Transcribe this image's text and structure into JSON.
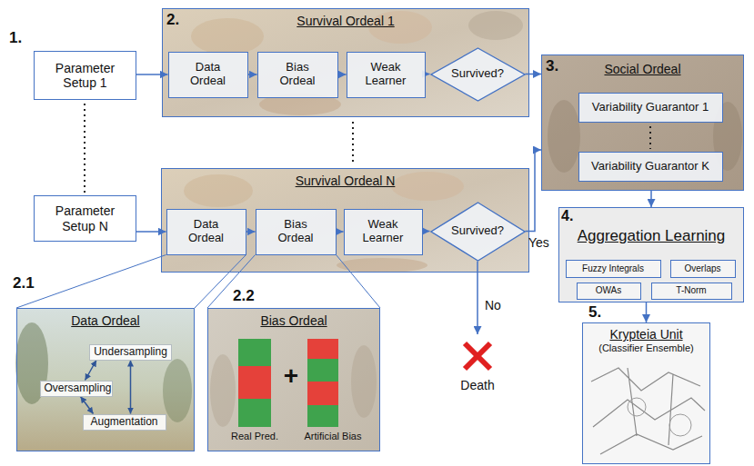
{
  "diagram": {
    "nodes": [
      {
        "text": [
          "Parameter Setup 1"
        ]
      },
      {
        "text": [
          "Survival Ordeal 1"
        ]
      },
      {
        "text": [
          "Data Ordeal"
        ],
        "in": 1
      },
      {
        "text": [
          "Bias Ordeal"
        ],
        "in": 1
      },
      {
        "text": [
          "Weak Learner"
        ],
        "in": 1
      },
      {
        "text": [
          "Survived?"
        ],
        "in": 1
      },
      {
        "text": [
          "Parameter Setup N"
        ]
      },
      {
        "text": [
          "Survival Ordeal N"
        ]
      },
      {
        "text": [
          "Data Ordeal"
        ],
        "in": 7
      },
      {
        "text": [
          "Bias Ordeal"
        ],
        "in": 7
      },
      {
        "text": [
          "Weak Learner"
        ],
        "in": 7
      },
      {
        "text": [
          "Survived?"
        ],
        "in": 7
      },
      {
        "text": [
          "Social Ordeal"
        ]
      },
      {
        "text": [
          "Variability Guarantor 1"
        ],
        "in": 12
      },
      {
        "text": [
          "Variability Guarantor K"
        ],
        "in": 12
      },
      {
        "text": [
          "Aggregation Learning"
        ]
      },
      {
        "text": [
          "Fuzzy Integrals"
        ],
        "in": 15
      },
      {
        "text": [
          "Overlaps"
        ],
        "in": 15
      },
      {
        "text": [
          "OWAs"
        ],
        "in": 15
      },
      {
        "text": [
          "T-Norm"
        ],
        "in": 15
      },
      {
        "text": [
          "Krypteia Unit",
          "(Classifier Ensemble)"
        ]
      },
      {
        "text": [
          "Data Ordeal"
        ]
      },
      {
        "text": [
          "Undersampling"
        ],
        "in": 21
      },
      {
        "text": [
          "Oversampling"
        ],
        "in": 21
      },
      {
        "text": [
          "Augmentation"
        ],
        "in": 21
      },
      {
        "text": [
          "Bias Ordeal"
        ]
      },
      {
        "text": [
          "Death"
        ]
      }
    ],
    "edges": [
      {
        "from": 0,
        "to": 2,
        "arrow": "to"
      },
      {
        "from": 2,
        "to": 3,
        "arrow": "to"
      },
      {
        "from": 3,
        "to": 4,
        "arrow": "to"
      },
      {
        "from": 4,
        "to": 5,
        "arrow": "to"
      },
      {
        "from": 5,
        "to": 12,
        "arrow": "to"
      },
      {
        "from": 6,
        "to": 8,
        "arrow": "to"
      },
      {
        "from": 8,
        "to": 9,
        "arrow": "to"
      },
      {
        "from": 9,
        "to": 10,
        "arrow": "to"
      },
      {
        "from": 10,
        "to": 11,
        "arrow": "to"
      },
      {
        "from": 11,
        "to": 12,
        "label": "Yes",
        "arrow": "to"
      },
      {
        "from": 11,
        "to": 26,
        "label": "No",
        "arrow": "to"
      },
      {
        "from": 12,
        "to": 15,
        "arrow": "to"
      },
      {
        "from": 15,
        "to": 20,
        "arrow": "to"
      },
      {
        "from": 22,
        "to": 23,
        "arrow": "both"
      },
      {
        "from": 23,
        "to": 24,
        "arrow": "both"
      },
      {
        "from": 22,
        "to": 24,
        "arrow": "both"
      },
      {
        "from": 8,
        "to": 21,
        "arrow": "none"
      },
      {
        "from": 9,
        "to": 25,
        "arrow": "none"
      }
    ],
    "labels": [
      "1.",
      "2.",
      "3.",
      "4.",
      "5.",
      "2.1",
      "2.2",
      "+",
      "Real Pred.",
      "Artificial Bias"
    ]
  }
}
